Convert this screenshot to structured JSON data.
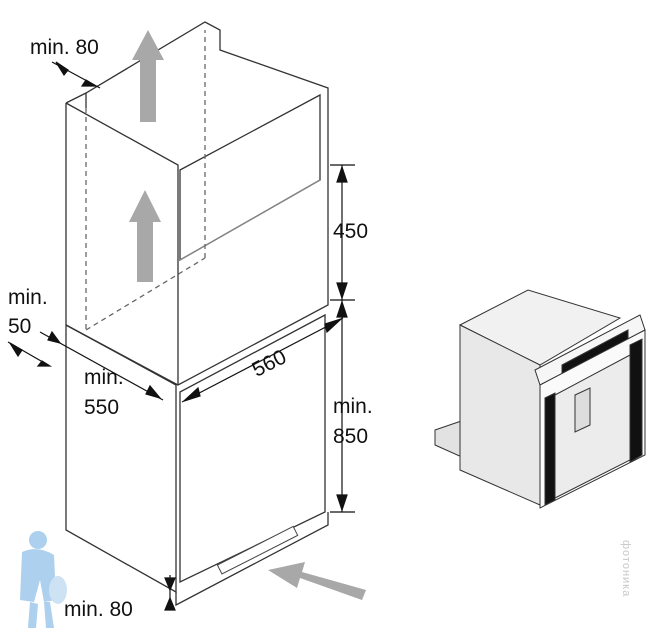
{
  "labels": {
    "top_gap": "min. 80",
    "side_gap_min": "min.",
    "side_gap_val": "50",
    "depth_min": "min.",
    "depth_val": "550",
    "width": "560",
    "upper_height": "450",
    "lower_height_min": "min.",
    "lower_height_val": "850",
    "bottom_gap": "min. 80"
  },
  "watermark": "фотоника",
  "colors": {
    "line": "#222222",
    "arrow": "#a8a8a8",
    "panel": "#111111",
    "mascot": "#9ec8ea"
  }
}
